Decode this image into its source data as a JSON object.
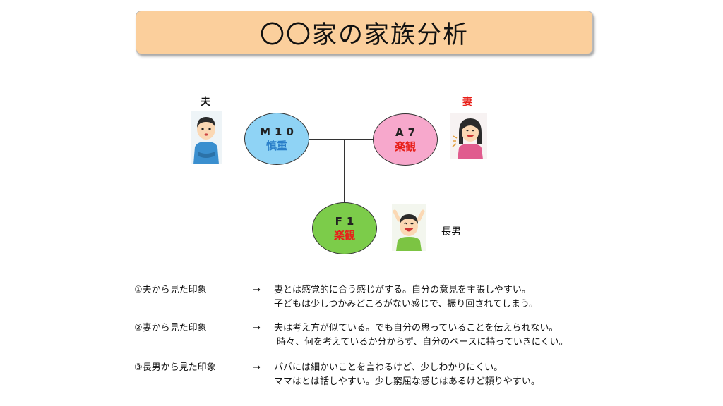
{
  "title": "〇〇家の家族分析",
  "diagram": {
    "husband": {
      "role": "夫",
      "code": "M10",
      "trait": "慎重"
    },
    "wife": {
      "role": "妻",
      "code": "A7",
      "trait": "楽観"
    },
    "son": {
      "role": "長男",
      "code": "F1",
      "trait": "楽観"
    },
    "colors": {
      "husband_node": "#8fd3f5",
      "wife_node": "#f7a8cc",
      "son_node": "#7ccc4a",
      "trait_blue": "#2a7fc9",
      "trait_red": "#e8201a",
      "banner": "#fbcf9c"
    },
    "icons": [
      "husband-figure-icon",
      "wife-figure-icon",
      "son-figure-icon"
    ]
  },
  "impressions": [
    {
      "label": "①夫から見た印象",
      "arrow": "→",
      "lines": [
        "妻とは感覚的に合う感じがする。自分の意見を主張しやすい。",
        "子どもは少しつかみどころがない感じで、振り回されてしまう。"
      ]
    },
    {
      "label": "②妻から見た印象",
      "arrow": "→",
      "lines": [
        "夫は考え方が似ている。でも自分の思っていることを伝えられない。",
        "時々、何を考えているか分からず、自分のペースに持っていきにくい。"
      ]
    },
    {
      "label": "③長男から見た印象",
      "arrow": "→",
      "lines": [
        "パパには細かいことを言わるけど、少しわかりにくい。",
        "ママはとは話しやすい。少し窮屈な感じはあるけど頼りやすい。"
      ]
    }
  ]
}
